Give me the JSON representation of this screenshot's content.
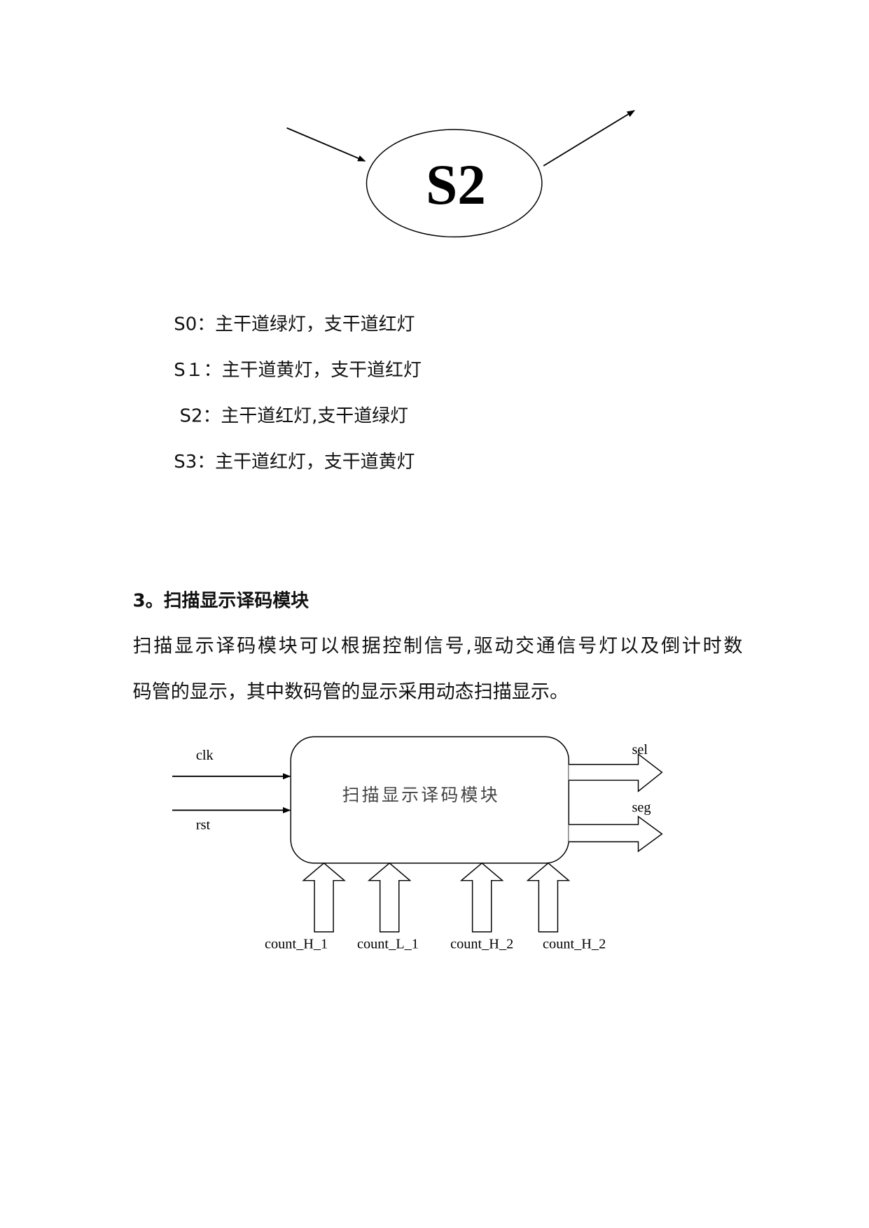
{
  "state_diagram": {
    "state_label": "S2"
  },
  "legend": [
    "S0：主干道绿灯，支干道红灯",
    "S１：主干道黄灯，支干道红灯",
    " S2：主干道红灯,支干道绿灯",
    "S3：主干道红灯，支干道黄灯"
  ],
  "section": {
    "heading": "3。扫描显示译码模块",
    "paragraph_lines": [
      "扫描显示译码模块可以根据控制信号,驱动交通信号灯以及倒计时数",
      "码管的显示，其中数码管的显示采用动态扫描显示。"
    ]
  },
  "block_diagram": {
    "module_name": "扫描显示译码模块",
    "inputs_left": [
      "clk",
      "rst"
    ],
    "outputs_right": [
      "sel",
      "seg"
    ],
    "inputs_bottom": [
      "count_H_1",
      "count_L_1",
      "count_H_2",
      "count_H_2"
    ]
  }
}
